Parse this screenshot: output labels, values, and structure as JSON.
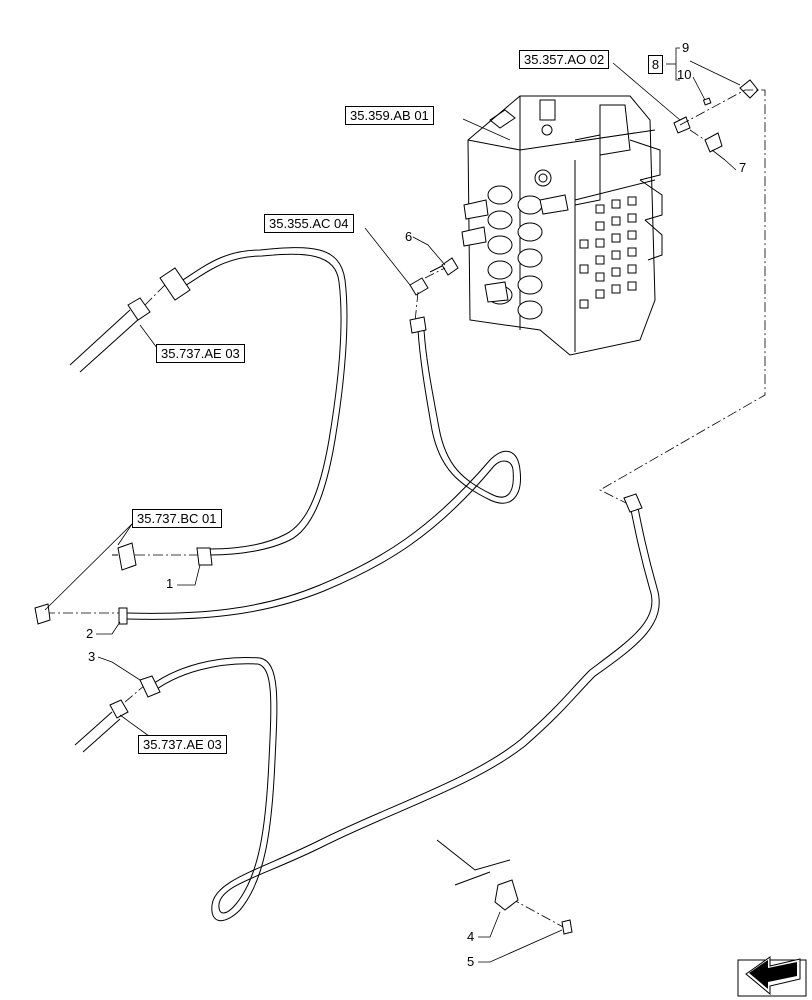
{
  "references": {
    "ref_357_ao_02": "35.357.AO 02",
    "ref_359_ab_01": "35.359.AB 01",
    "ref_355_ac_04": "35.355.AC 04",
    "ref_737_ae_03_top": "35.737.AE 03",
    "ref_737_bc_01": "35.737.BC 01",
    "ref_737_ae_03_bottom": "35.737.AE 03"
  },
  "group": {
    "label": "8",
    "members": [
      "9",
      "10"
    ]
  },
  "callouts": {
    "c1": "1",
    "c2": "2",
    "c3": "3",
    "c4": "4",
    "c5": "5",
    "c6": "6",
    "c7": "7",
    "c9": "9",
    "c10": "10"
  },
  "icons": {
    "navigation": "arrow-icon"
  }
}
